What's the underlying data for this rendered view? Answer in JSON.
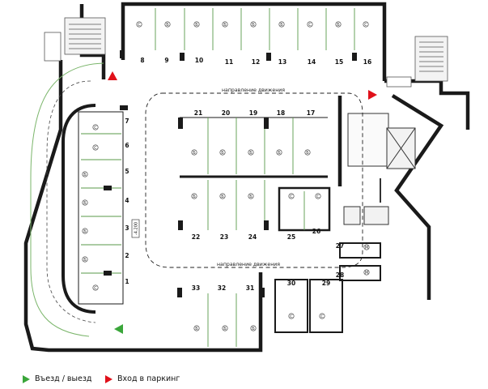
{
  "spots": {
    "s1": "1",
    "s2": "2",
    "s3": "3",
    "s4": "4",
    "s5": "5",
    "s6": "6",
    "s7": "7",
    "s8": "8",
    "s9": "9",
    "s10": "10",
    "s11": "11",
    "s12": "12",
    "s13": "13",
    "s14": "14",
    "s15": "15",
    "s16": "16",
    "s17": "17",
    "s18": "18",
    "s19": "19",
    "s20": "20",
    "s21": "21",
    "s22": "22",
    "s23": "23",
    "s24": "24",
    "s25": "25",
    "s26": "26",
    "s27": "27",
    "s28": "28",
    "s29": "29",
    "s30": "30",
    "s31": "31",
    "s32": "32",
    "s33": "33"
  },
  "labels": {
    "direction_top": "направление движения",
    "direction_bottom": "направление движения",
    "level_mark": "-4.200",
    "glyph_b": "Б",
    "glyph_c": "С",
    "glyph_m": "М"
  },
  "legend": {
    "entry_exit": "Въезд / выезд",
    "parking_entrance": "Вход в паркинг"
  },
  "colors": {
    "wall": "#1a1a1a",
    "spot_line": "#5a9a4a",
    "entry_exit_arrow": "#3aa63a",
    "parking_entrance_arrow": "#e0101a",
    "ramp": "#7ab56a"
  }
}
